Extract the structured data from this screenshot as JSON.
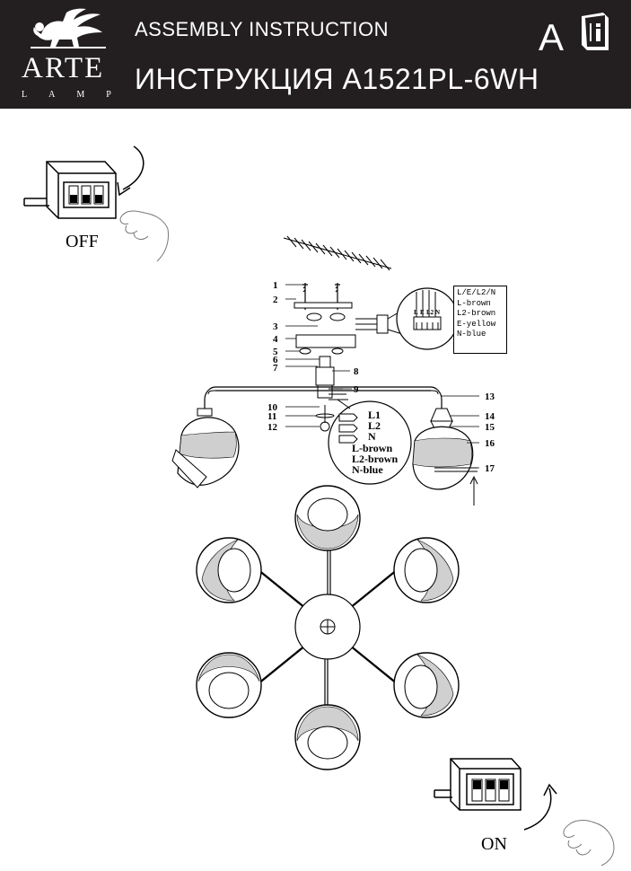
{
  "header": {
    "brand": "ARTE",
    "brand_sub": "LAMP",
    "title_en": "ASSEMBLY  INSTRUCTION",
    "title_ru": "ИНСТРУКЦИЯ A1521PL-6WH",
    "lang_letter": "A",
    "info_icon": "book-info-icon"
  },
  "switches": {
    "off_label": "OFF",
    "on_label": "ON"
  },
  "diagram": {
    "part_numbers_left": [
      "1",
      "2",
      "3",
      "4",
      "5",
      "6",
      "7",
      "10",
      "11",
      "12"
    ],
    "part_numbers_right": [
      "8",
      "9",
      "13",
      "14",
      "15",
      "16",
      "17"
    ],
    "terminal_letters": [
      "L",
      "E",
      "L2",
      "N"
    ]
  },
  "wiring_legend": [
    "L/E/L2/N",
    "L-brown",
    "L2-brown",
    "E-yellow",
    "N-blue"
  ],
  "bubble_legend": {
    "markers": [
      "L1",
      "L2",
      "N"
    ],
    "lines": [
      "L-brown",
      "L2-brown",
      "N-blue"
    ]
  },
  "colors": {
    "header_bg": "#231f20",
    "header_text": "#ffffff",
    "ink": "#000000"
  }
}
